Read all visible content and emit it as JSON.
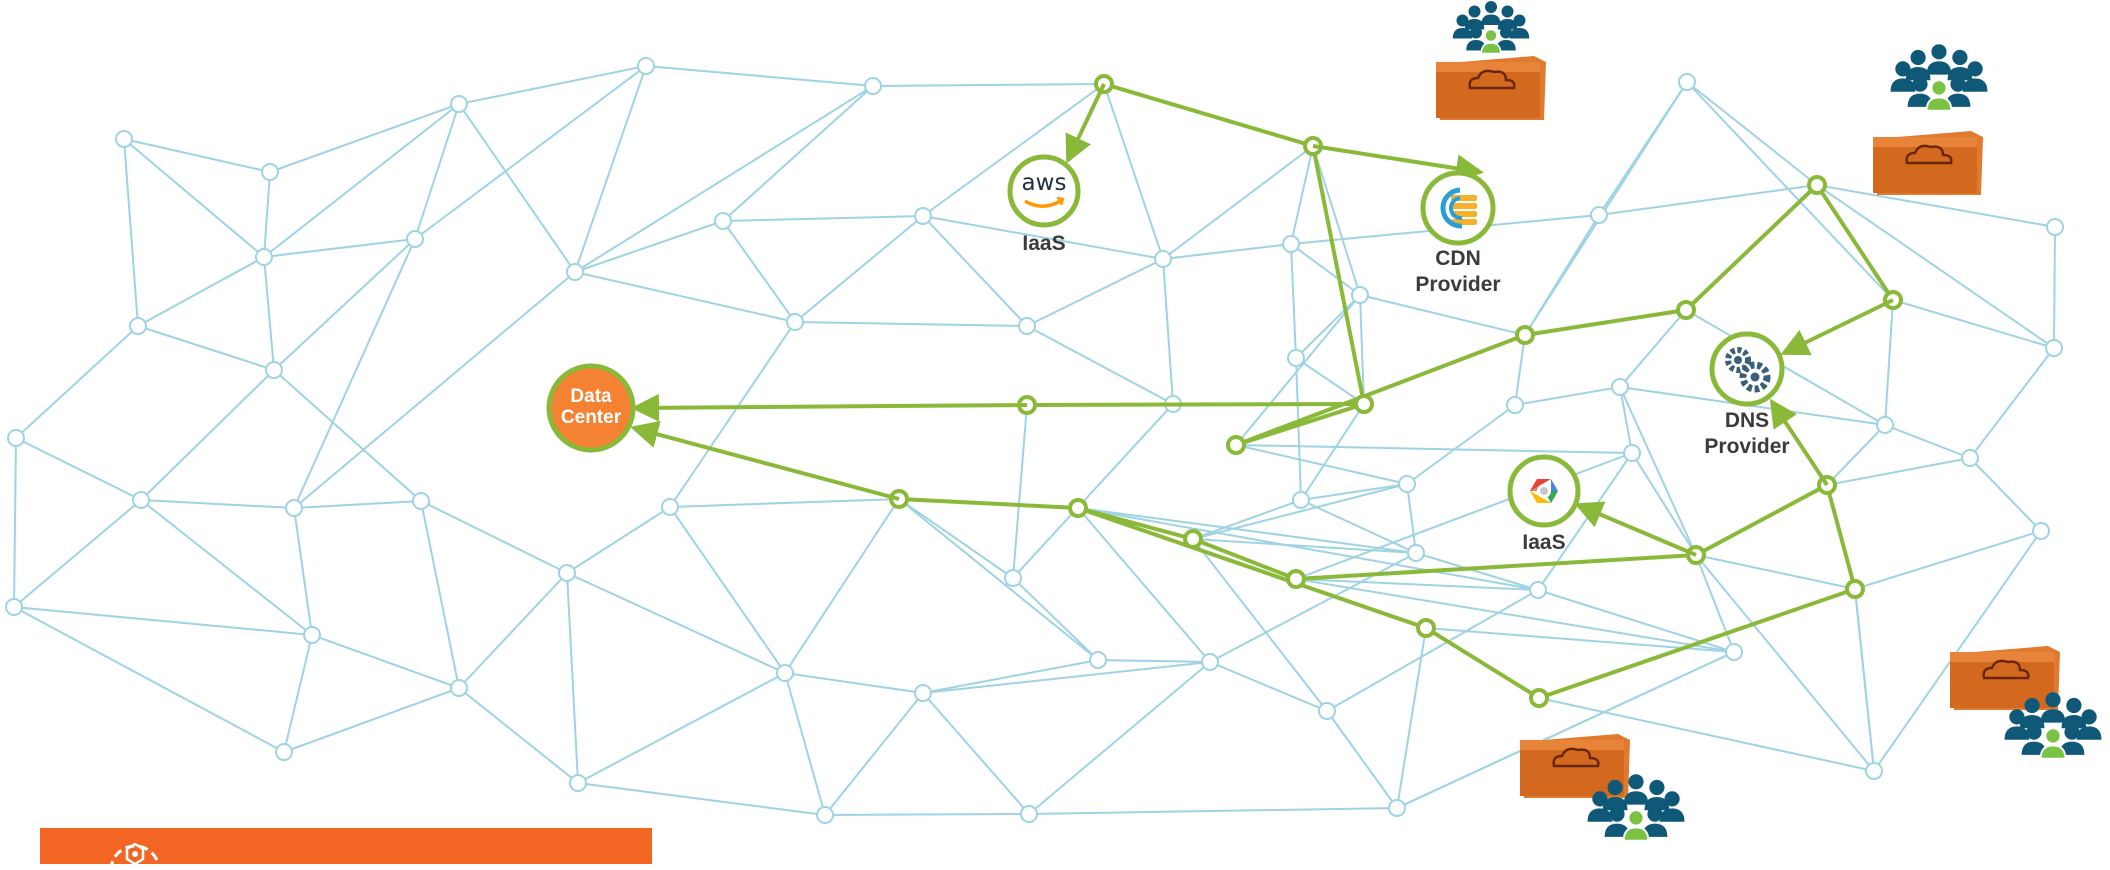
{
  "colors": {
    "mesh": "#9fd3e4",
    "route": "#8ab93a",
    "data_center": "#f58232",
    "cloud_box": "#d2691e",
    "users": "#0f5877",
    "user_highlight": "#7bc142",
    "logo_bar": "#f26522"
  },
  "nodes": {
    "data_center": {
      "line1": "Data",
      "line2": "Center",
      "icon": "data-center-circle"
    },
    "aws": {
      "logo_text": "aws",
      "label": "IaaS",
      "icon": "aws-smile-icon"
    },
    "cdn": {
      "line1": "CDN",
      "line2": "Provider",
      "icon": "cdn-stack-icon"
    },
    "dns": {
      "line1": "DNS",
      "line2": "Provider",
      "icon": "gears-icon"
    },
    "gcp": {
      "label": "IaaS",
      "icon": "google-cloud-hexagon-icon"
    }
  },
  "edge_sites": [
    "cloud-box-icon",
    "users-group-icon"
  ],
  "footer": {
    "icon": "logo-icon"
  }
}
